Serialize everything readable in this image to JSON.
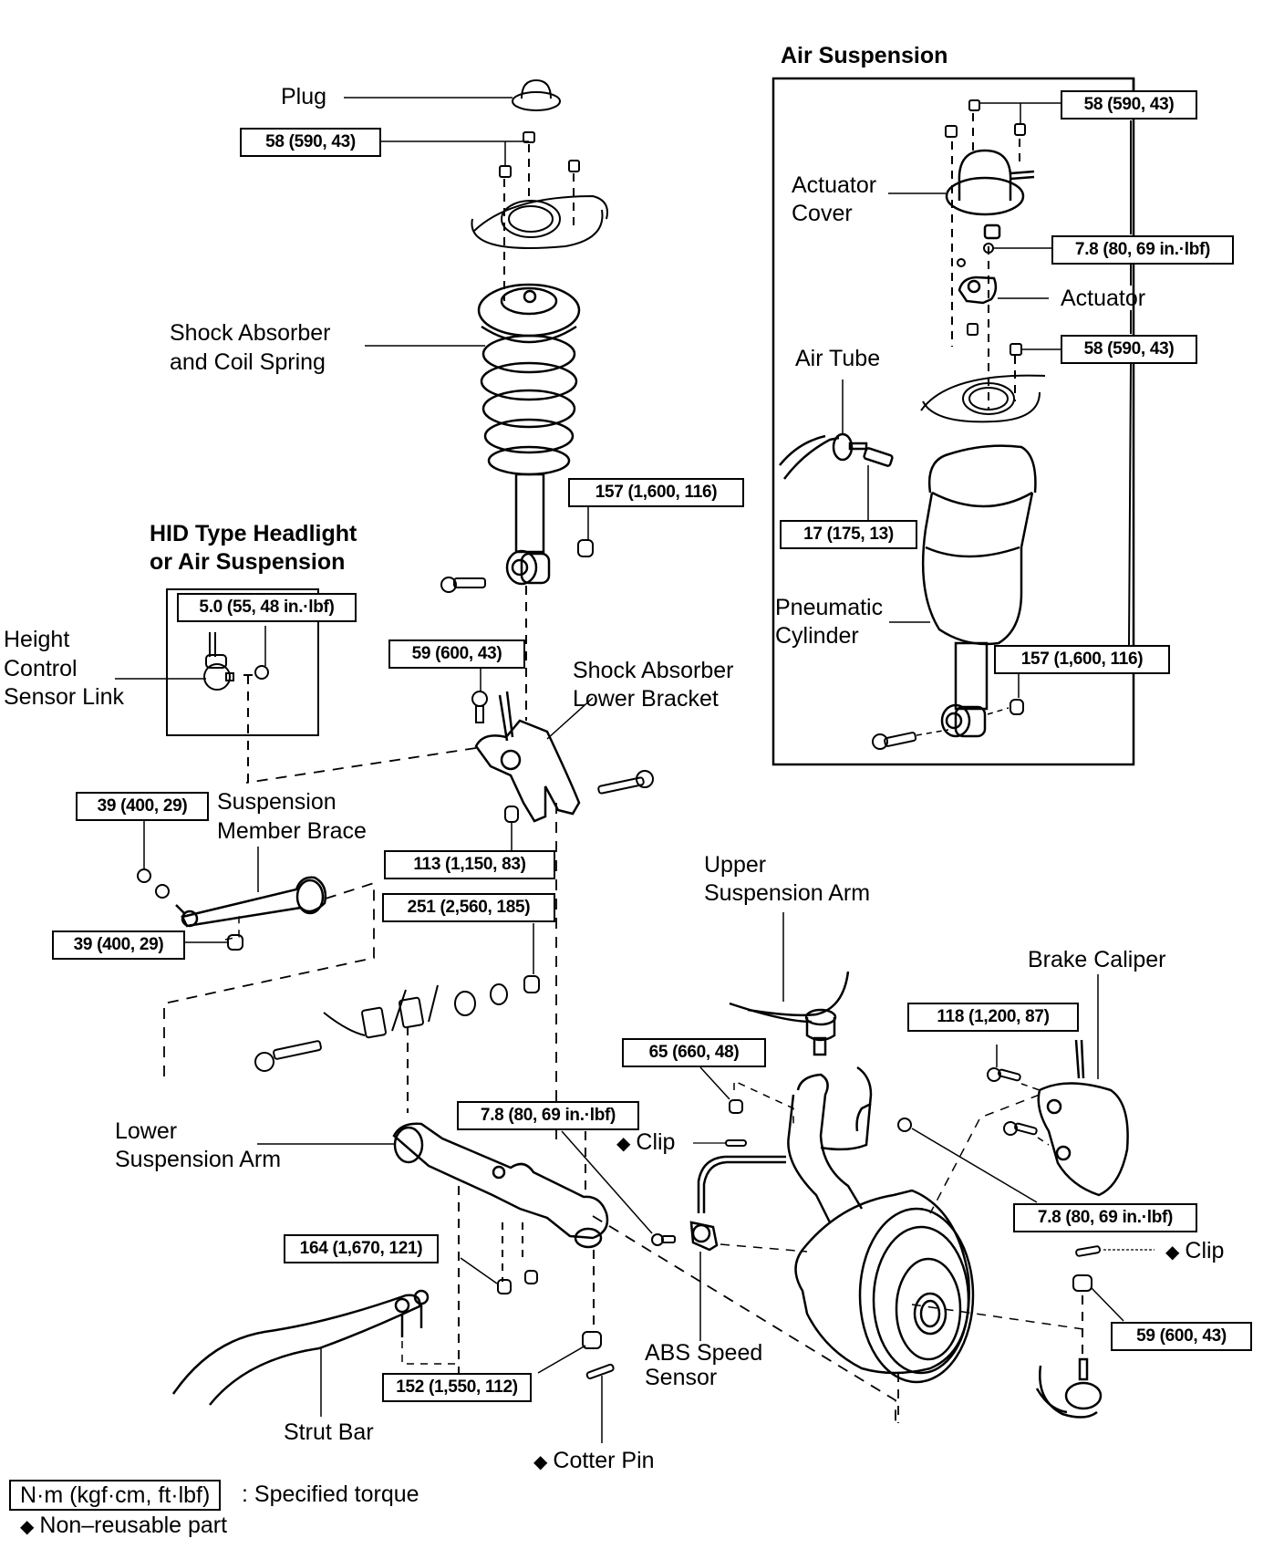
{
  "diagram": {
    "type": "exploded-parts-view",
    "sections": {
      "air_suspension": "Air Suspension",
      "hid_headlight": [
        "HID Type Headlight",
        "or Air Suspension"
      ]
    },
    "parts": {
      "plug": "Plug",
      "shock_absorber_coil_spring": [
        "Shock Absorber",
        "and Coil Spring"
      ],
      "height_control_sensor_link": [
        "Height",
        "Control",
        "Sensor Link"
      ],
      "shock_absorber_lower_bracket": [
        "Shock Absorber",
        "Lower Bracket"
      ],
      "suspension_member_brace": [
        "Suspension",
        "Member Brace"
      ],
      "upper_suspension_arm": [
        "Upper",
        "Suspension Arm"
      ],
      "brake_caliper": "Brake Caliper",
      "lower_suspension_arm": [
        "Lower",
        "Suspension Arm"
      ],
      "clip_left": "Clip",
      "clip_right": "Clip",
      "abs_speed_sensor": [
        "ABS Speed",
        "Sensor"
      ],
      "strut_bar": "Strut Bar",
      "cotter_pin": "Cotter Pin",
      "actuator_cover": [
        "Actuator",
        "Cover"
      ],
      "actuator": "Actuator",
      "air_tube": "Air Tube",
      "pneumatic_cylinder": [
        "Pneumatic",
        "Cylinder"
      ]
    },
    "torques": {
      "upper_mount_nuts": "58 (590, 43)",
      "shock_lower_bolt": "157 (1,600, 116)",
      "height_sensor_nut": "5.0 (55, 48 in.·lbf)",
      "lower_bracket_bolt": "59 (600, 43)",
      "brace_upper_nut": "39 (400, 29)",
      "brace_lower_nut": "39 (400, 29)",
      "bracket_nut": "113 (1,150, 83)",
      "lower_arm_cam_nut": "251 (2,560, 185)",
      "abs_sensor_bolt": "7.8 (80, 69 in.·lbf)",
      "upper_arm_nut": "65 (660, 48)",
      "caliper_bolt": "118 (1,200, 87)",
      "caliper_hose_bolt": "7.8 (80, 69 in.·lbf)",
      "tie_rod_nut": "59 (600, 43)",
      "strut_bar_nut": "164 (1,670, 121)",
      "ball_joint_nut": "152 (1,550, 112)",
      "air_cover_nuts": "58 (590, 43)",
      "actuator_nut": "7.8 (80, 69 in.·lbf)",
      "air_mount_nuts": "58 (590, 43)",
      "air_tube_fitting": "17 (175, 13)",
      "air_shock_lower_bolt": "157 (1,600, 116)"
    },
    "legend": {
      "torque_unit_box": "N·m (kgf·cm, ft·lbf)",
      "torque_desc": ": Specified torque",
      "non_reusable": "Non–reusable part",
      "diamond_symbol": "◆"
    }
  }
}
